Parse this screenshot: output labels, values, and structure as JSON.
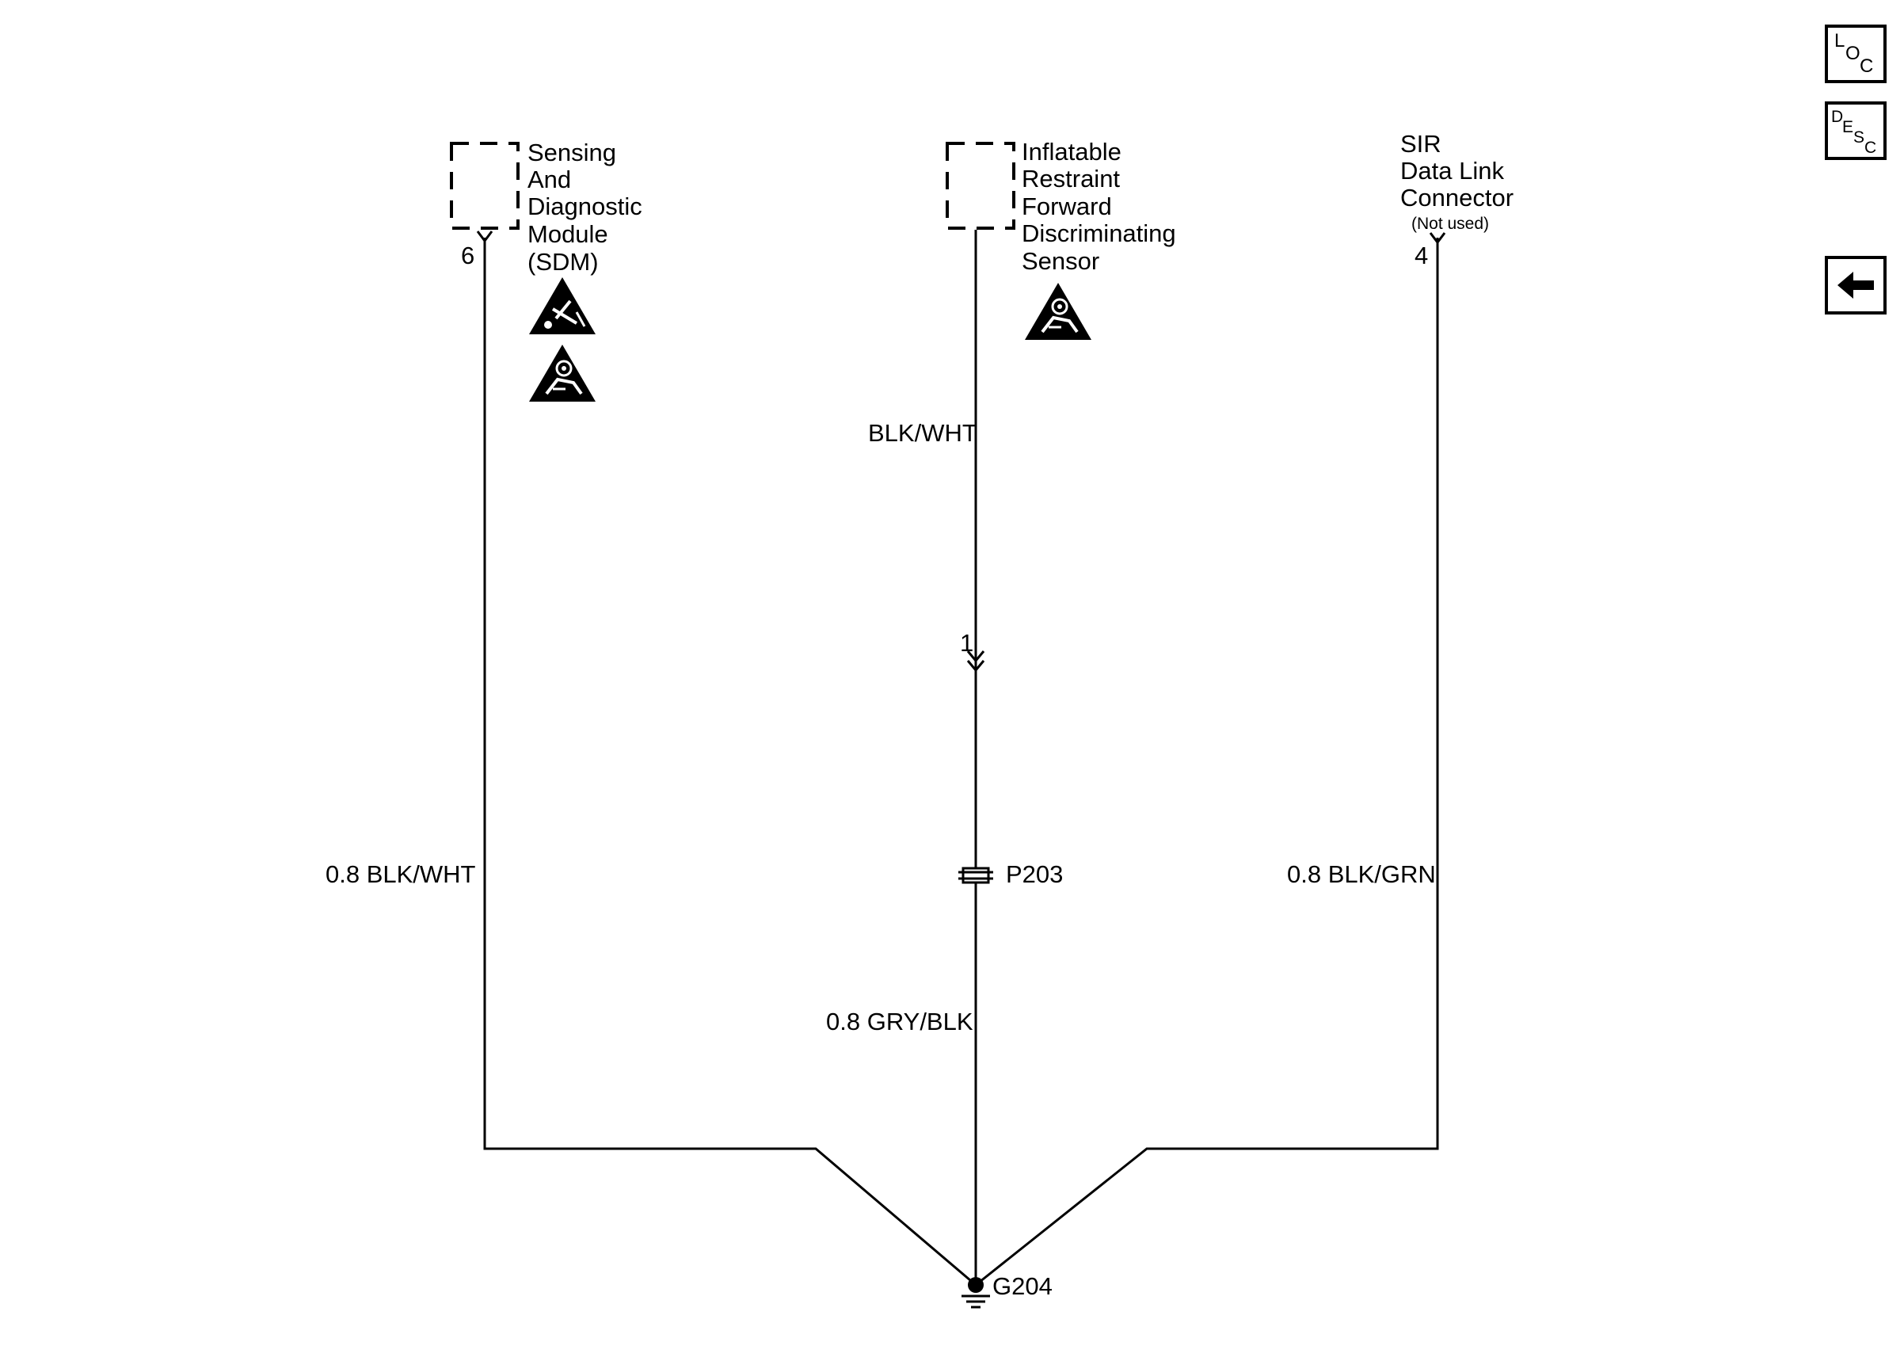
{
  "components": {
    "sdm": {
      "name_lines": [
        "Sensing",
        "And",
        "Diagnostic",
        "Module",
        "(SDM)"
      ],
      "pin": "6"
    },
    "forward_sensor": {
      "name_lines": [
        "Inflatable",
        "Restraint",
        "Forward",
        "Discriminating",
        "Sensor"
      ]
    },
    "dlc": {
      "name_lines": [
        "SIR",
        "Data Link",
        "Connector"
      ],
      "note": "(Not used)",
      "pin": "4"
    }
  },
  "wires": {
    "sdm_wire": "0.8 BLK/WHT",
    "sensor_upper_wire": "BLK/WHT",
    "sensor_lower_wire": "0.8 GRY/BLK",
    "dlc_wire": "0.8 BLK/GRN"
  },
  "connector": {
    "pin": "1"
  },
  "splice": {
    "label": "P203"
  },
  "ground": {
    "label": "G204"
  },
  "icons": {
    "esd_warning": "esd-warning-icon",
    "airbag_warning": "airbag-warning-icon"
  },
  "nav_buttons": {
    "loc": {
      "letters": [
        "L",
        "O",
        "C"
      ]
    },
    "desc": {
      "letters": [
        "D",
        "E",
        "S",
        "C"
      ]
    },
    "back": {
      "icon": "back-arrow-icon"
    }
  }
}
